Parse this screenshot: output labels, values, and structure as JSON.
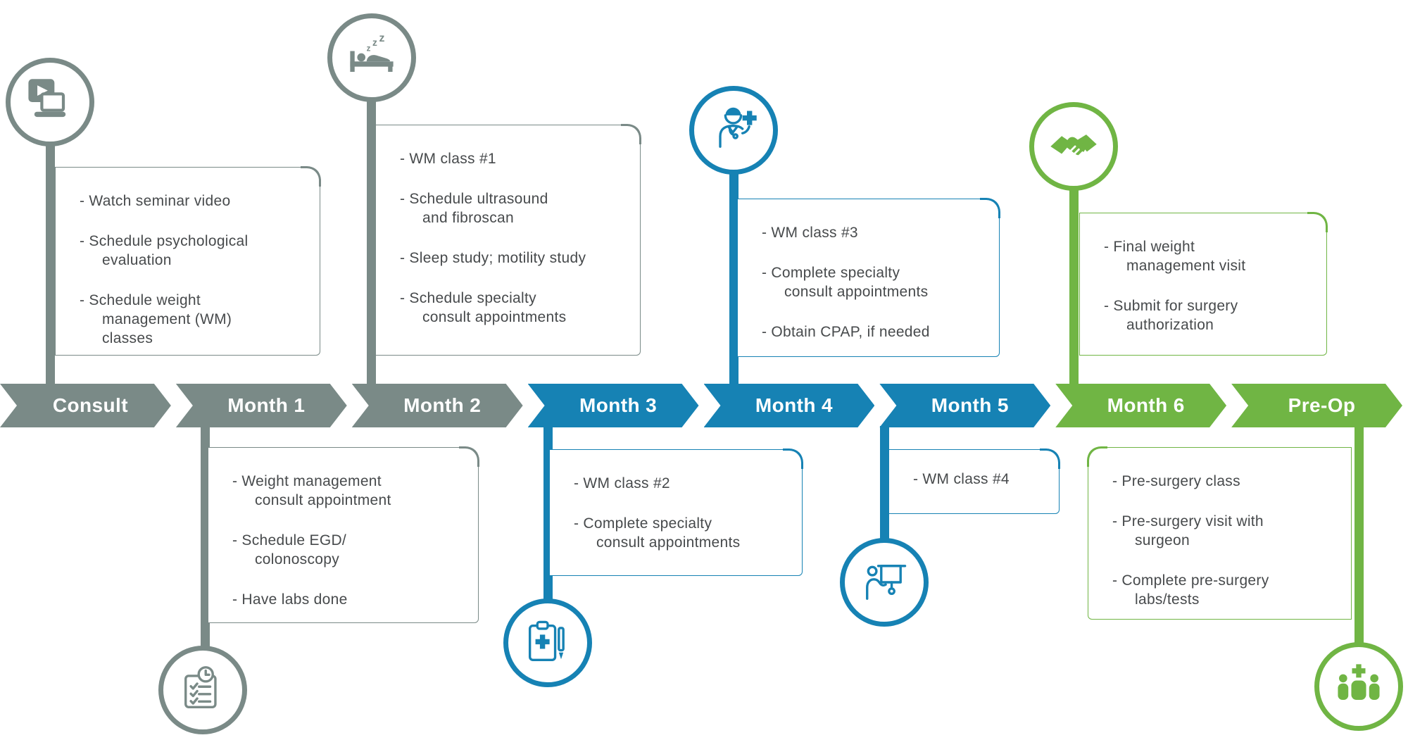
{
  "colors": {
    "gray": "#7a8a87",
    "blue": "#1682b4",
    "green": "#70b544",
    "text": "#474a4c",
    "background": "#ffffff"
  },
  "timeline": {
    "segments": [
      {
        "label": "Consult",
        "color": "gray"
      },
      {
        "label": "Month 1",
        "color": "gray"
      },
      {
        "label": "Month 2",
        "color": "gray"
      },
      {
        "label": "Month 3",
        "color": "blue"
      },
      {
        "label": "Month 4",
        "color": "blue"
      },
      {
        "label": "Month 5",
        "color": "blue"
      },
      {
        "label": "Month 6",
        "color": "green"
      },
      {
        "label": "Pre-Op",
        "color": "green"
      }
    ]
  },
  "callouts": {
    "consult": {
      "icon": "video-seminar-icon",
      "position": "above",
      "color": "gray",
      "items": [
        "- Watch seminar video",
        "- Schedule psychological\nevaluation",
        "- Schedule weight\nmanagement (WM)\nclasses"
      ]
    },
    "month1": {
      "icon": "checklist-clock-icon",
      "position": "below",
      "color": "gray",
      "items": [
        "- Weight management\nconsult appointment",
        "- Schedule EGD/\ncolonoscopy",
        "- Have labs done"
      ]
    },
    "month2": {
      "icon": "sleep-study-icon",
      "position": "above",
      "color": "gray",
      "items": [
        "- WM class #1",
        "- Schedule ultrasound\nand fibroscan",
        "- Sleep study; motility study",
        "- Schedule specialty\nconsult appointments"
      ]
    },
    "month3": {
      "icon": "medical-clipboard-icon",
      "position": "below",
      "color": "blue",
      "items": [
        "- WM class #2",
        "- Complete specialty\nconsult appointments"
      ]
    },
    "month4": {
      "icon": "doctor-icon",
      "position": "above",
      "color": "blue",
      "items": [
        "- WM class #3",
        "- Complete specialty\nconsult appointments",
        "- Obtain CPAP, if needed"
      ]
    },
    "month5": {
      "icon": "presentation-icon",
      "position": "below",
      "color": "blue",
      "items": [
        "- WM class #4"
      ]
    },
    "month6": {
      "icon": "handshake-icon",
      "position": "above",
      "color": "green",
      "items": [
        "- Final weight\nmanagement visit",
        "- Submit for surgery\nauthorization"
      ]
    },
    "preop": {
      "icon": "care-team-icon",
      "position": "below",
      "color": "green",
      "items": [
        "- Pre-surgery class",
        "- Pre-surgery visit with\nsurgeon",
        "- Complete pre-surgery\nlabs/tests"
      ]
    }
  }
}
